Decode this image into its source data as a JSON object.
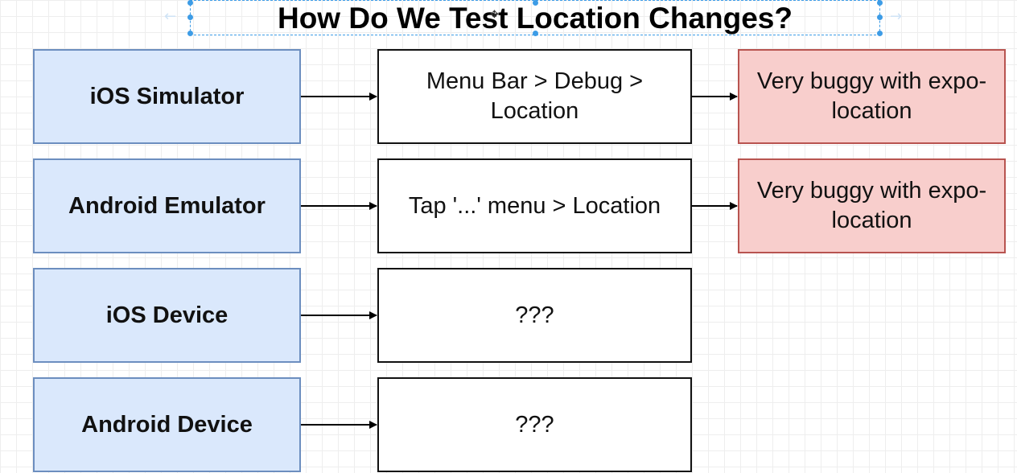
{
  "title": "How Do We Test Location Changes?",
  "colors": {
    "platform_fill": "#dae8fc",
    "platform_border": "#6c8ebf",
    "note_fill": "#f8cecc",
    "note_border": "#b85450",
    "selection": "#3d9ce6"
  },
  "rows": [
    {
      "platform": "iOS Simulator",
      "method": "Menu Bar > Debug > Location",
      "note": "Very buggy with expo-location"
    },
    {
      "platform": "Android Emulator",
      "method": "Tap '...' menu > Location",
      "note": "Very buggy with expo-location"
    },
    {
      "platform": "iOS Device",
      "method": "???",
      "note": ""
    },
    {
      "platform": "Android Device",
      "method": "???",
      "note": ""
    }
  ]
}
